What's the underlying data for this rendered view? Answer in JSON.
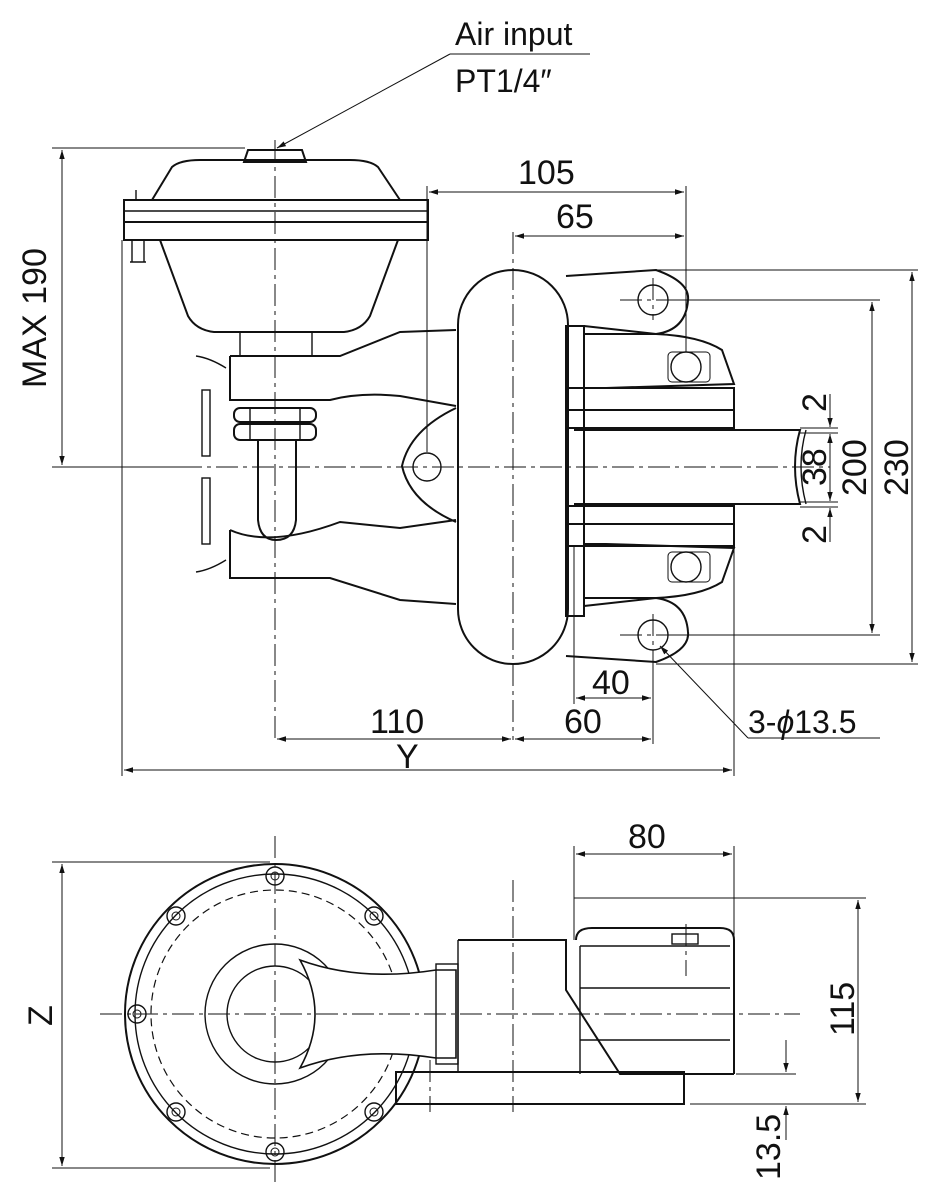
{
  "drawing": {
    "line_color": "#111111",
    "background": "#ffffff"
  },
  "callouts": {
    "air_input": "Air input",
    "thread": "PT1/4″",
    "holes": "3-",
    "holes_symbol": "ϕ",
    "holes_size": "13.5"
  },
  "dimensions": {
    "max_height": "MAX 190",
    "d105": "105",
    "d65": "65",
    "d2_top": "2",
    "d38": "38",
    "d2_bottom": "2",
    "d200": "200",
    "d230": "230",
    "d40": "40",
    "d110": "110",
    "d60": "60",
    "y_label": "Y",
    "d80": "80",
    "d115": "115",
    "z_label": "Z",
    "d13_5": "13.5"
  }
}
